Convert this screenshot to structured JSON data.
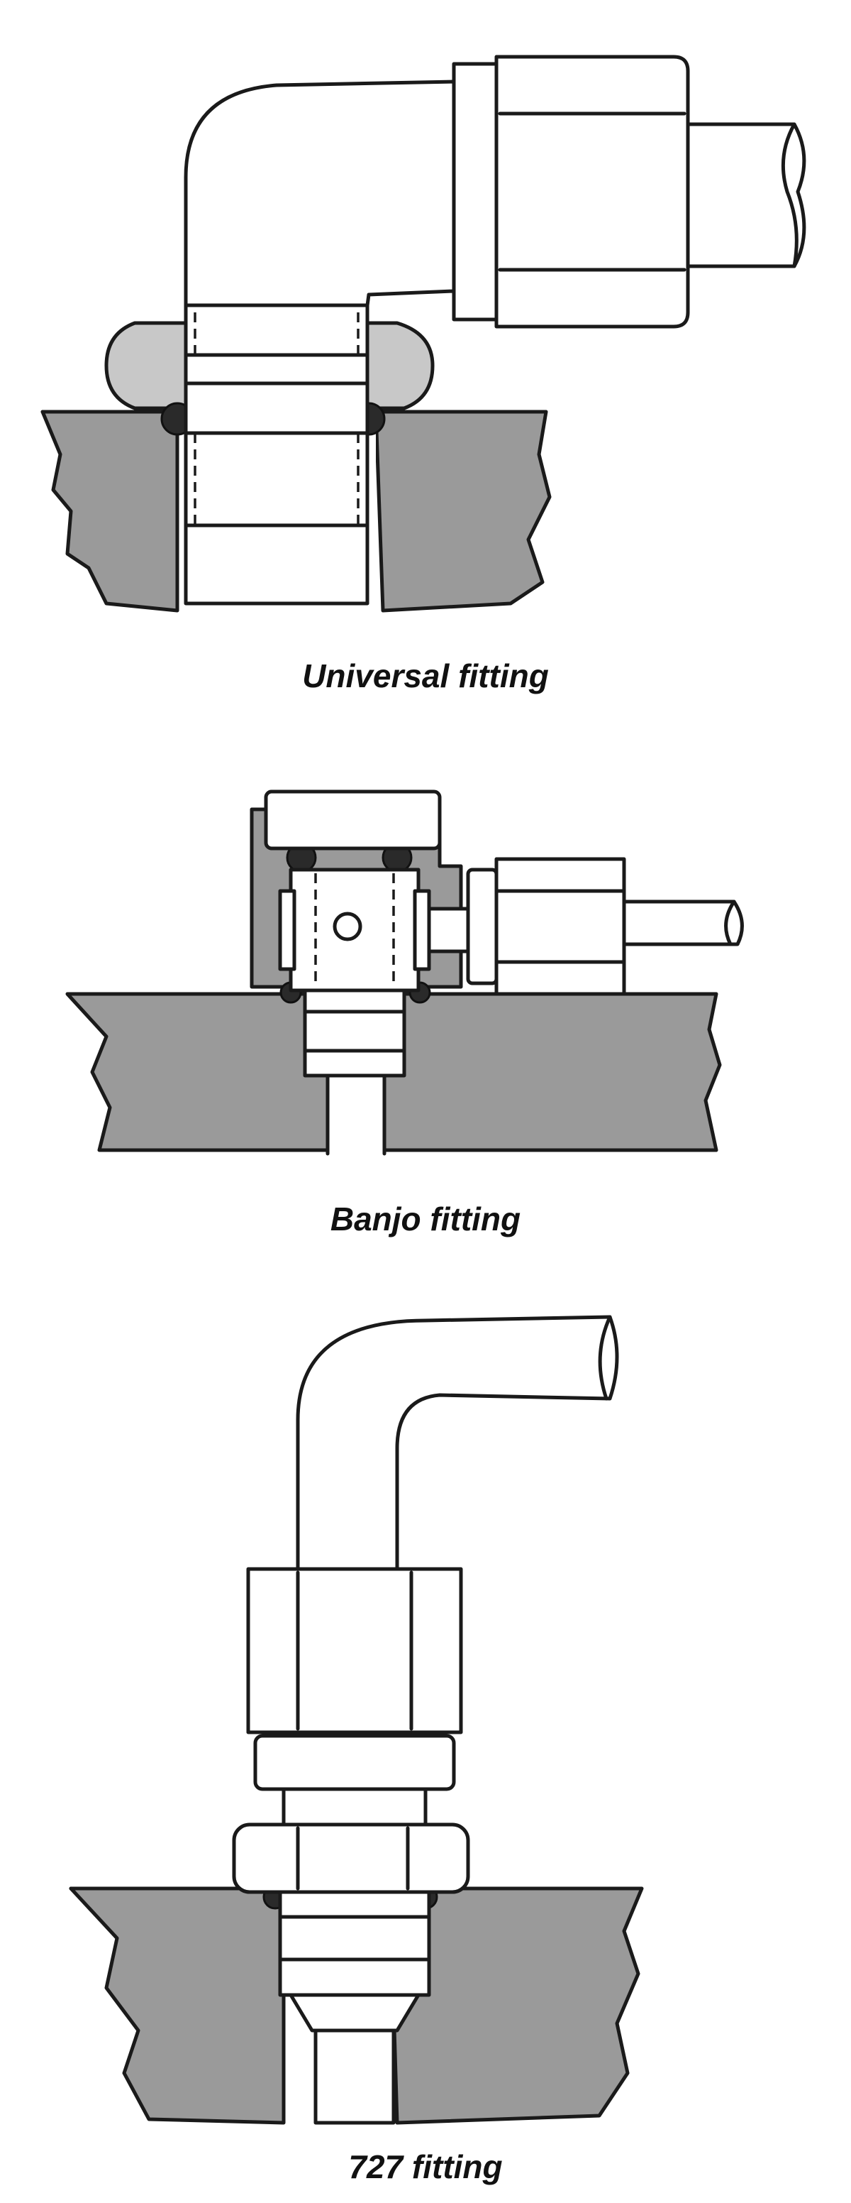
{
  "figures": [
    {
      "caption": "Universal fitting"
    },
    {
      "caption": "Banjo fitting"
    },
    {
      "caption": "727 fitting"
    }
  ]
}
